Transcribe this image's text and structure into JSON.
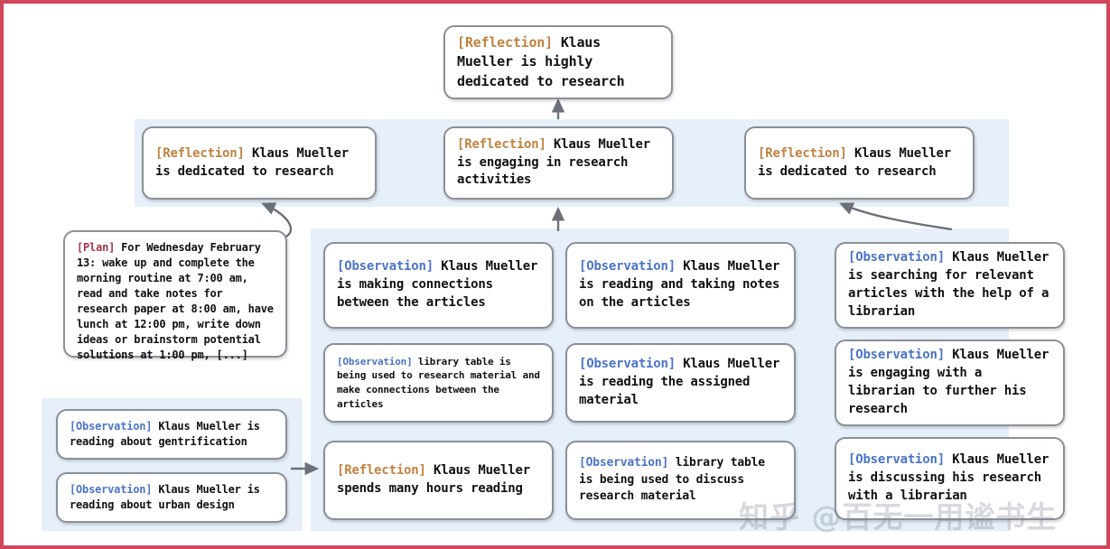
{
  "figure": {
    "border_color": "#cf4759",
    "panel_color": "#e6effa",
    "node_border_color": "#8b8f96",
    "tag_colors": {
      "reflection": "#c0833f",
      "observation": "#4a74c9",
      "plan": "#a8344a"
    }
  },
  "watermark": {
    "text": "知乎 @百无一用谧书生"
  },
  "nodes": {
    "top_reflection": {
      "tag": "[Reflection]",
      "text": " Klaus Mueller is highly dedicated to research"
    },
    "mid_reflection_left": {
      "tag": "[Reflection]",
      "text": " Klaus Mueller is dedicated to research"
    },
    "mid_reflection_center": {
      "tag": "[Reflection]",
      "text": " Klaus Mueller is engaging in research activities"
    },
    "mid_reflection_right": {
      "tag": "[Reflection]",
      "text": " Klaus Mueller is dedicated to research"
    },
    "plan": {
      "tag": "[Plan]",
      "text": " For Wednesday February 13: wake up and complete the morning routine at 7:00 am, read and take notes for research paper at 8:00 am, have lunch at 12:00 pm, write down ideas or brainstorm potential solutions at 1:00 pm, [...]"
    },
    "left_obs_1": {
      "tag": "[Observation]",
      "text": " Klaus Mueller is reading about gentrification"
    },
    "left_obs_2": {
      "tag": "[Observation]",
      "text": " Klaus Mueller is reading about urban design"
    },
    "col1_obs_1": {
      "tag": "[Observation]",
      "text": " Klaus Mueller is making connections between the articles"
    },
    "col1_obs_2": {
      "tag": "[Observation]",
      "text": " library table is being used to research material and make connections between the articles"
    },
    "col1_reflection": {
      "tag": "[Reflection]",
      "text": " Klaus Mueller spends many hours reading"
    },
    "col2_obs_1": {
      "tag": "[Observation]",
      "text": " Klaus Mueller is reading and taking notes on the articles"
    },
    "col2_obs_2": {
      "tag": "[Observation]",
      "text": " Klaus Mueller is reading the assigned material"
    },
    "col2_obs_3": {
      "tag": "[Observation]",
      "text": " library table is being used to discuss research material"
    },
    "col3_obs_1": {
      "tag": "[Observation]",
      "text": " Klaus Mueller is searching for relevant articles with the help of a librarian"
    },
    "col3_obs_2": {
      "tag": "[Observation]",
      "text": " Klaus Mueller is engaging with a librarian to further his research"
    },
    "col3_obs_3": {
      "tag": "[Observation]",
      "text": " Klaus Mueller is discussing his research with a librarian"
    }
  }
}
